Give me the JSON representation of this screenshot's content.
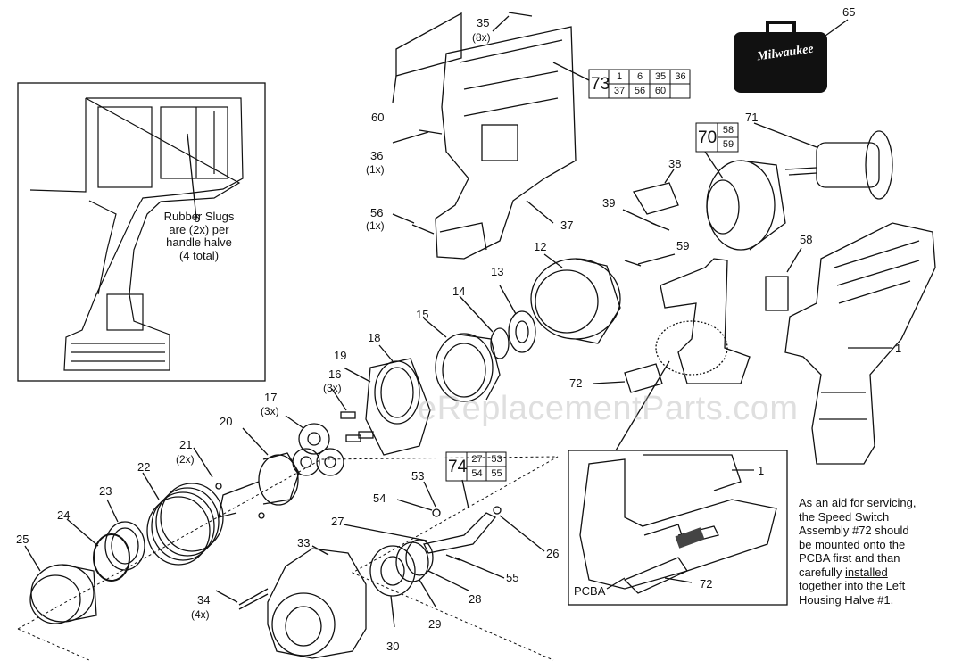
{
  "parts": [
    {
      "num": "1"
    },
    {
      "num": "6"
    },
    {
      "num": "12"
    },
    {
      "num": "13"
    },
    {
      "num": "14"
    },
    {
      "num": "15"
    },
    {
      "num": "16",
      "qty": "(3x)"
    },
    {
      "num": "17",
      "qty": "(3x)"
    },
    {
      "num": "18"
    },
    {
      "num": "19"
    },
    {
      "num": "20"
    },
    {
      "num": "21",
      "qty": "(2x)"
    },
    {
      "num": "22"
    },
    {
      "num": "23"
    },
    {
      "num": "24"
    },
    {
      "num": "25"
    },
    {
      "num": "26"
    },
    {
      "num": "27"
    },
    {
      "num": "28"
    },
    {
      "num": "29"
    },
    {
      "num": "30"
    },
    {
      "num": "33"
    },
    {
      "num": "34",
      "qty": "(4x)"
    },
    {
      "num": "35",
      "qty": "(8x)"
    },
    {
      "num": "36",
      "qty": "(1x)"
    },
    {
      "num": "37"
    },
    {
      "num": "38"
    },
    {
      "num": "39"
    },
    {
      "num": "53"
    },
    {
      "num": "54"
    },
    {
      "num": "55"
    },
    {
      "num": "56",
      "qty": "(1x)"
    },
    {
      "num": "58"
    },
    {
      "num": "59"
    },
    {
      "num": "60"
    },
    {
      "num": "65"
    },
    {
      "num": "71"
    },
    {
      "num": "72"
    },
    {
      "num": "1"
    },
    {
      "num": "72"
    }
  ],
  "inset_note": [
    "Rubber Slugs",
    "are (2x) per",
    "handle halve",
    "(4 total)"
  ],
  "kits": [
    {
      "num": "73",
      "rows": [
        [
          "1",
          "6",
          "35",
          "36"
        ],
        [
          "37",
          "56",
          "60",
          ""
        ]
      ]
    },
    {
      "num": "70",
      "rows": [
        [
          "58"
        ],
        [
          "59"
        ]
      ]
    },
    {
      "num": "74",
      "rows": [
        [
          "27",
          "53"
        ],
        [
          "54",
          "55"
        ]
      ]
    }
  ],
  "pcba_label": "PCBA",
  "service_note": [
    "As an aid for servicing,",
    "the Speed Switch",
    "Assembly #72 should",
    "be mounted onto the",
    "PCBA first and than",
    "carefully ",
    "installed",
    "together",
    " into the Left",
    "Housing Halve #1."
  ],
  "case_brand": "Milwaukee",
  "watermark": "eReplacementParts.com",
  "colors": {
    "ink": "#111111",
    "case": "#111111",
    "watermark": "#aaaaaa"
  }
}
